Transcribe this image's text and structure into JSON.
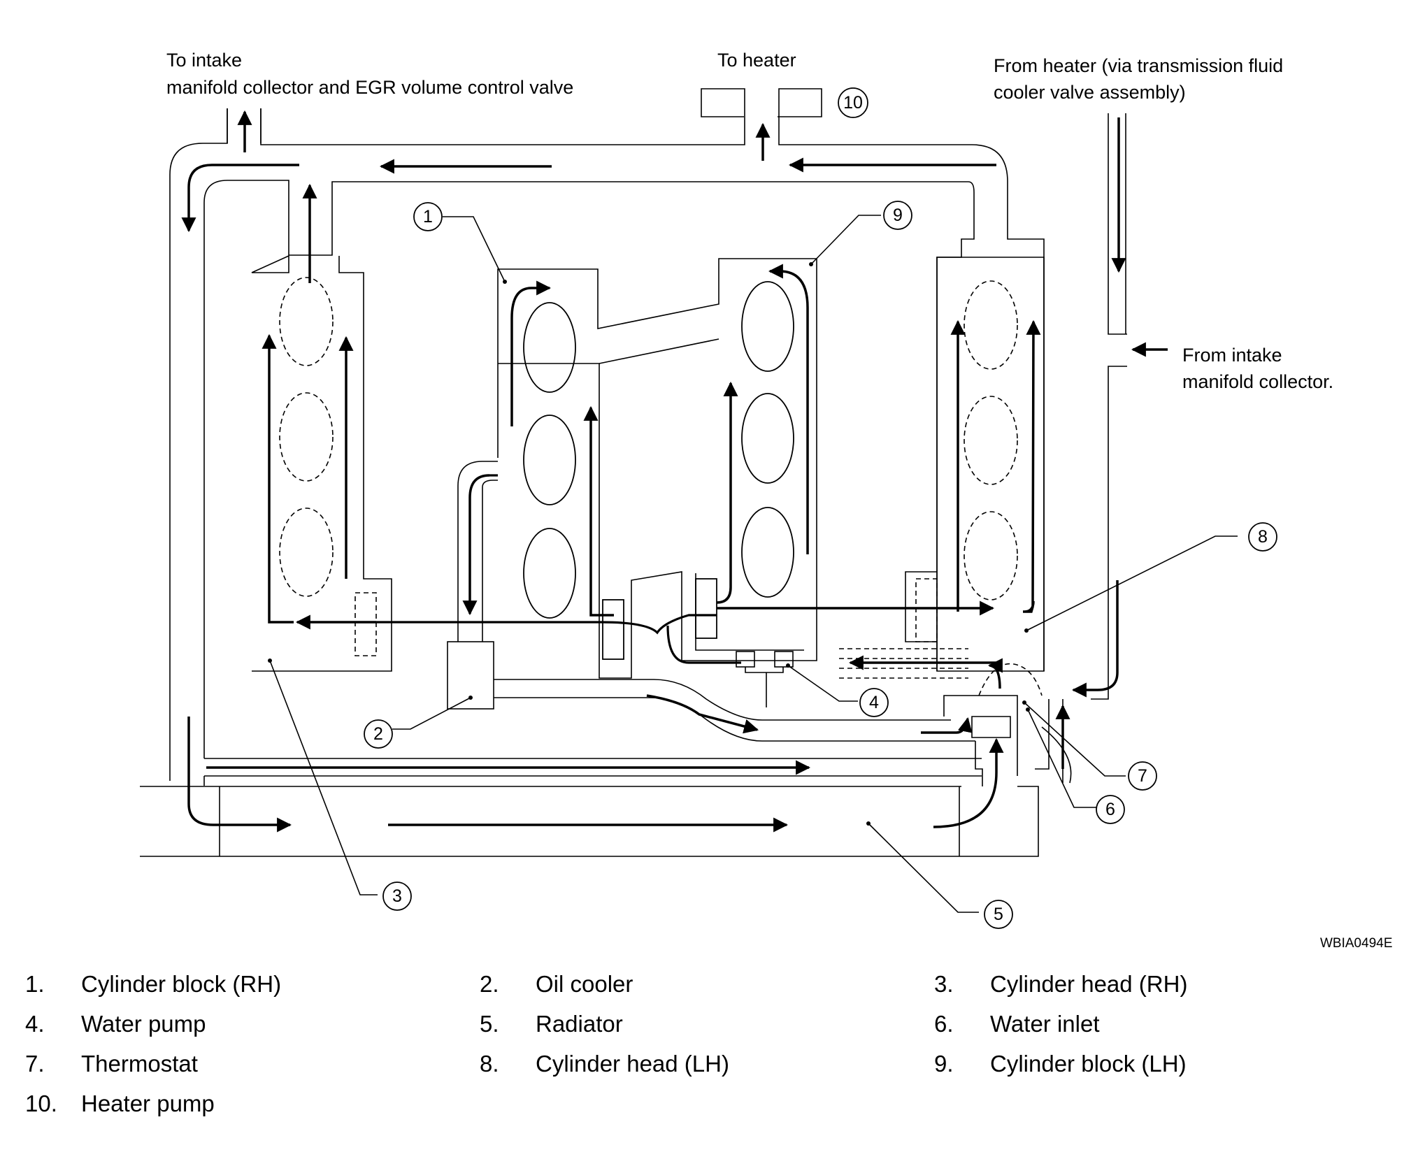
{
  "labels": {
    "to_intake": [
      "To intake",
      "manifold collector and EGR volume control valve"
    ],
    "to_heater": "To heater",
    "from_heater": [
      "From heater (via transmission fluid",
      "cooler valve assembly)"
    ],
    "from_intake": [
      "From intake",
      "manifold collector."
    ],
    "figure_code": "WBIA0494E"
  },
  "callouts": [
    "1",
    "2",
    "3",
    "4",
    "5",
    "6",
    "7",
    "8",
    "9",
    "10"
  ],
  "legend": [
    {
      "num": "1.",
      "text": "Cylinder block (RH)"
    },
    {
      "num": "2.",
      "text": "Oil cooler"
    },
    {
      "num": "3.",
      "text": "Cylinder head (RH)"
    },
    {
      "num": "4.",
      "text": "Water pump"
    },
    {
      "num": "5.",
      "text": "Radiator"
    },
    {
      "num": "6.",
      "text": "Water inlet"
    },
    {
      "num": "7.",
      "text": "Thermostat"
    },
    {
      "num": "8.",
      "text": "Cylinder head (LH)"
    },
    {
      "num": "9.",
      "text": "Cylinder block (LH)"
    },
    {
      "num": "10.",
      "text": "Heater pump"
    }
  ]
}
